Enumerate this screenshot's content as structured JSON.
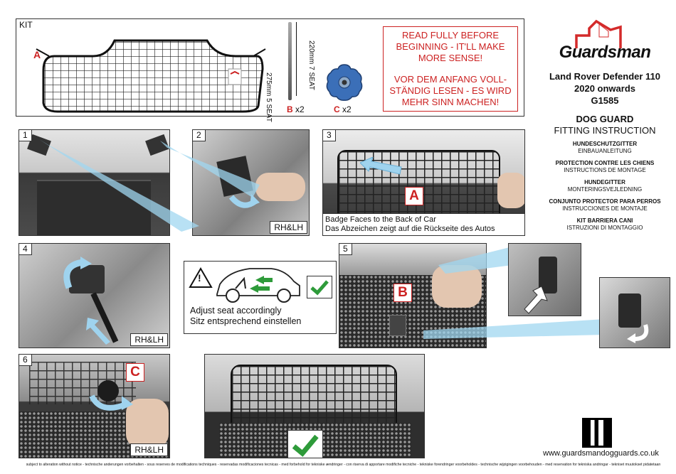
{
  "kit": {
    "label": "KIT",
    "part_a": "A",
    "seat_5": "275mm 5 SEAT",
    "seat_7": "220mm 7 SEAT",
    "part_b": "B",
    "qty_b": "x2",
    "part_c": "C",
    "qty_c": "x2"
  },
  "notice": {
    "en": [
      "READ FULLY BEFORE",
      "BEGINNING - IT'LL MAKE",
      "MORE SENSE!"
    ],
    "de": [
      "VOR DEM ANFANG VOLL-",
      "STÄNDIG LESEN - ES WIRD",
      "MEHR SINN MACHEN!"
    ]
  },
  "brand": {
    "name": "Guardsman",
    "vehicle": "Land Rover Defender 110",
    "years": "2020 onwards",
    "code": "G1585",
    "product": "DOG GUARD",
    "doc_type": "FITTING INSTRUCTION",
    "website": "www.guardsmandogguards.co.uk",
    "red": "#d42a2a"
  },
  "languages": [
    {
      "title": "HUNDESCHUTZGITTER",
      "sub": "EINBAUANLEITUNG"
    },
    {
      "title": "PROTECTION CONTRE LES CHIENS",
      "sub": "INSTRUCTIONS DE MONTAGE"
    },
    {
      "title": "HUNDEGITTER",
      "sub": "MONTERINGSVEJLEDNING"
    },
    {
      "title": "CONJUNTO PROTECTOR PARA PERROS",
      "sub": "INSTRUCCIONES DE MONTAJE"
    },
    {
      "title": "KIT BARRIERA CANI",
      "sub": "ISTRUZIONI DI MONTAGGIO"
    }
  ],
  "steps": {
    "s1": "1",
    "s2": "2",
    "s2_side": "RH&LH",
    "s3": "3",
    "s3_label": "A",
    "s3_caption_en": "Badge Faces to the  Back of Car",
    "s3_caption_de": "Das Abzeichen zeigt auf die Rückseite des Autos",
    "s4": "4",
    "s4_side": "RH&LH",
    "seat_en": "Adjust seat accordingly",
    "seat_de": "Sitz entsprechend einstellen",
    "warn": "!",
    "s5": "5",
    "s5_label": "B",
    "s6": "6",
    "s6_label": "C",
    "s6_side": "RH&LH"
  },
  "footer": "subject to alteration without notice - technische anderungen vorbehalten - sous reserves de modifications techniques - reservadas modificaciones tecnicas - med forbehold for tekniske ændringer - con riserva di apportare modifiche tecniche - tekniske forendringer voorbeholdes - technische wijzigingen voorbehouden - med reservation for tekniska andringar - tekniset muutokset pidatetaan"
}
